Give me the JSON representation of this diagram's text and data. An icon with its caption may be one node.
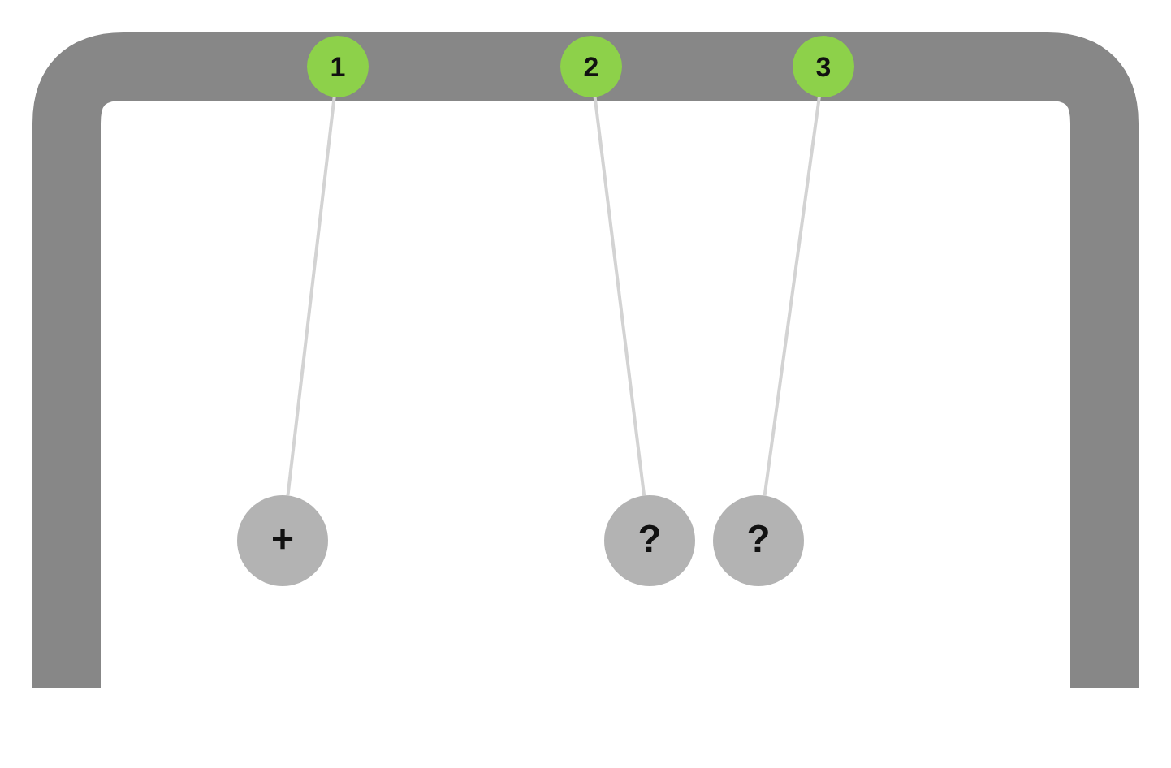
{
  "diagram": {
    "nodes": [
      {
        "text": [
          "1"
        ]
      },
      {
        "text": [
          "2"
        ]
      },
      {
        "text": [
          "3"
        ]
      },
      {
        "text": [
          "+"
        ]
      },
      {
        "text": [
          "?"
        ]
      },
      {
        "text": [
          "?"
        ]
      }
    ],
    "edges": [
      {
        "from": 0,
        "to": 3,
        "arrow": "none"
      },
      {
        "from": 1,
        "to": 4,
        "arrow": "none"
      },
      {
        "from": 2,
        "to": 5,
        "arrow": "none"
      }
    ]
  }
}
